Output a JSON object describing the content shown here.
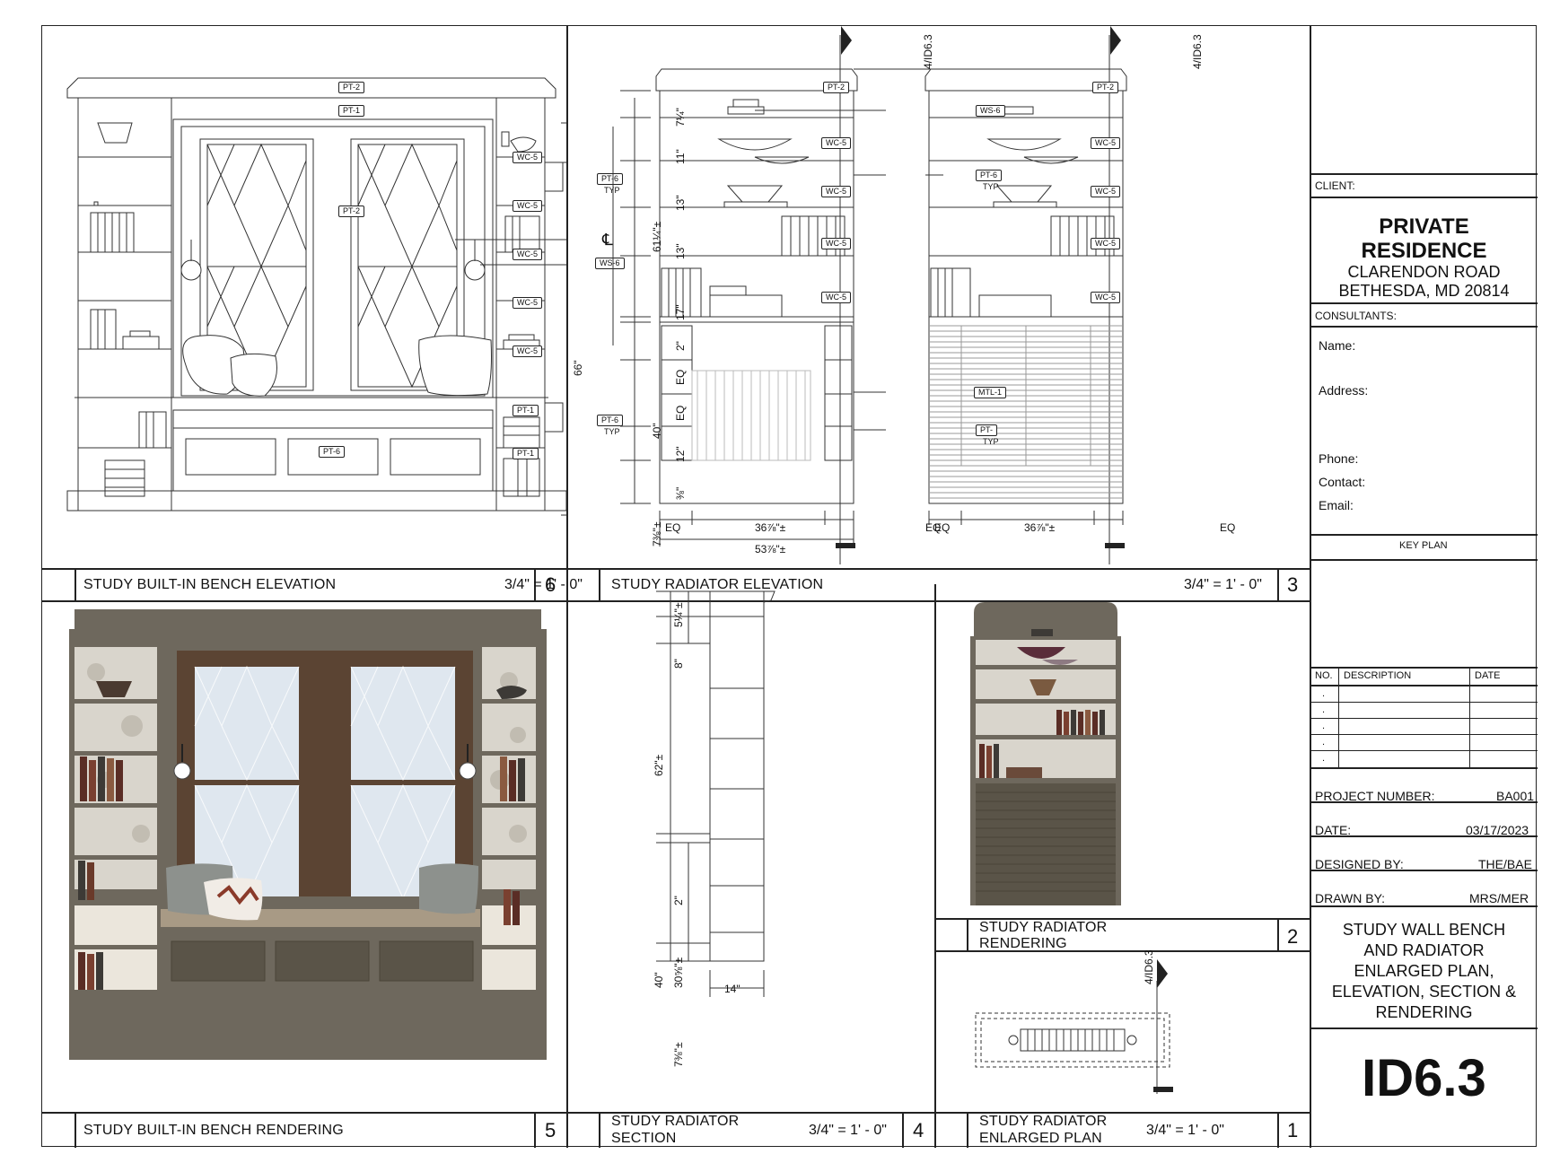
{
  "views": [
    {
      "id": "6",
      "title": "STUDY BUILT-IN BENCH ELEVATION",
      "scale": "3/4\" = 1' - 0\""
    },
    {
      "id": "3",
      "title": "STUDY RADIATOR ELEVATION",
      "scale": "3/4\" = 1' - 0\""
    },
    {
      "id": "5",
      "title": "STUDY BUILT-IN BENCH RENDERING",
      "scale": ""
    },
    {
      "id": "4",
      "title_line1": "STUDY RADIATOR",
      "title_line2": "SECTION",
      "scale": "3/4\" = 1' - 0\""
    },
    {
      "id": "2",
      "title_line1": "STUDY RADIATOR",
      "title_line2": "RENDERING",
      "scale": ""
    },
    {
      "id": "1",
      "title_line1": "STUDY RADIATOR",
      "title_line2": "ENLARGED PLAN",
      "scale": "3/4\" = 1' - 0\""
    }
  ],
  "tags": {
    "pt2": "PT-2",
    "pt1": "PT-1",
    "pt6": "PT-6",
    "typ": "TYP",
    "wc5": "WC-5",
    "ws6": "WS-6",
    "mtl1": "MTL-1",
    "ptdash": "PT-",
    "cl": "℄"
  },
  "dims": {
    "d1": "7¼\"",
    "d2": "11\"",
    "d3": "13\"",
    "d4": "13\"",
    "d5": "17\"",
    "d6": "2\"",
    "d7": "EQ",
    "d8": "EQ",
    "d9": "12\"",
    "d10": "⅜\"",
    "d11": "61¼\"±",
    "d12": "40\"",
    "d13": "7⅜\"±",
    "d14": "EQ",
    "d15": "36⅞\"±",
    "d16": "EQ",
    "d17": "53⅞\"±",
    "d18": "66\"",
    "s1": "5¼\"±",
    "s2": "8\"",
    "s3": "62\"±",
    "s4": "2\"",
    "s5": "30⅝\"±",
    "s6": "40\"",
    "s7": "7⅜\"±",
    "s8": "14\""
  },
  "callouts": {
    "ref": "4/ID6.3"
  },
  "titleblock": {
    "client_label": "CLIENT:",
    "client_line1": "PRIVATE",
    "client_line2": "RESIDENCE",
    "address1": "CLARENDON ROAD",
    "address2": "BETHESDA, MD 20814",
    "consultants_label": "CONSULTANTS:",
    "name_label": "Name:",
    "address_label": "Address:",
    "phone_label": "Phone:",
    "contact_label": "Contact:",
    "email_label": "Email:",
    "keyplan_label": "KEY PLAN",
    "rev_no": "NO.",
    "rev_desc": "DESCRIPTION",
    "rev_date": "DATE",
    "rev_dots": [
      ".",
      ".",
      ".",
      ".",
      "."
    ],
    "project_number_label": "PROJECT NUMBER:",
    "project_number": "BA001",
    "date_label": "DATE:",
    "date": "03/17/2023",
    "designed_by_label": "DESIGNED BY:",
    "designed_by": "THE/BAE",
    "drawn_by_label": "DRAWN BY:",
    "drawn_by": "MRS/MER",
    "sheet_title_1": "STUDY WALL BENCH",
    "sheet_title_2": "AND RADIATOR",
    "sheet_title_3": "ENLARGED PLAN,",
    "sheet_title_4": "ELEVATION, SECTION &",
    "sheet_title_5": "RENDERING",
    "sheet_number": "ID6.3"
  },
  "colors": {
    "line": "#222222",
    "cabinet": "#6e685d",
    "cabinet_dark": "#5a5448",
    "marble": "#d9d5cc",
    "glass": "#dfe7ef",
    "sash": "#5b4433",
    "bench": "#a89a85"
  }
}
